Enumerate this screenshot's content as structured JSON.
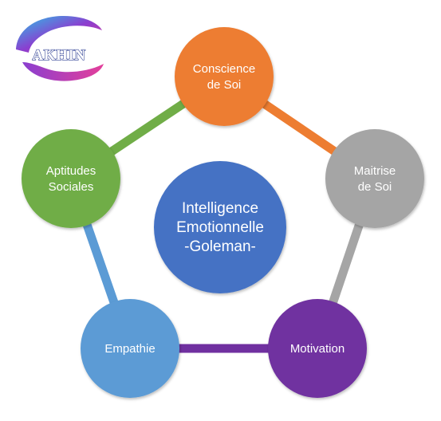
{
  "logo": {
    "text": "AKHIN"
  },
  "center": {
    "lines": [
      "Intelligence",
      "Emotionnelle",
      "-Goleman-"
    ],
    "color": "#4472C4"
  },
  "nodes": [
    {
      "id": "conscience",
      "lines": [
        "Conscience",
        "de Soi"
      ],
      "color": "#ED7D31",
      "link_color": "#ED7D31"
    },
    {
      "id": "maitrise",
      "lines": [
        "Maitrise",
        "de Soi"
      ],
      "color": "#A5A5A5",
      "link_color": "#A5A5A5"
    },
    {
      "id": "motivation",
      "lines": [
        "Motivation"
      ],
      "color": "#7030A0",
      "link_color": "#7030A0"
    },
    {
      "id": "empathie",
      "lines": [
        "Empathie"
      ],
      "color": "#5B9BD5",
      "link_color": "#5B9BD5"
    },
    {
      "id": "aptitudes",
      "lines": [
        "Aptitudes",
        "Sociales"
      ],
      "color": "#70AD47",
      "link_color": "#70AD47"
    }
  ]
}
